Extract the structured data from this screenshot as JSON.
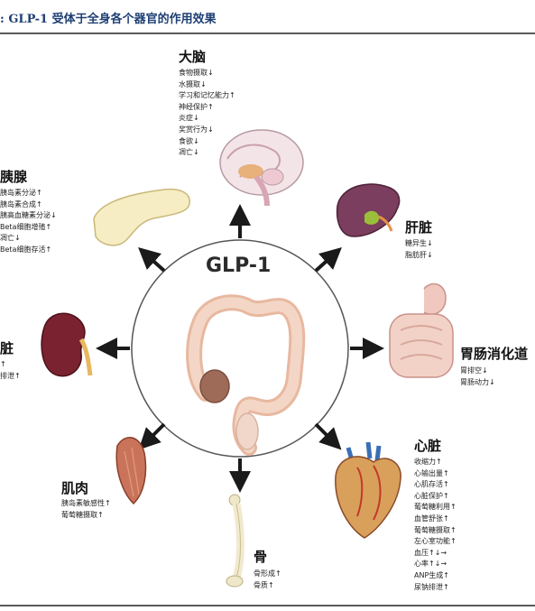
{
  "title": ":  GLP-1 受体于全身各个器官的作用效果",
  "center": {
    "label": "GLP-1"
  },
  "organs": {
    "brain": {
      "name": "大脑",
      "effects": [
        "食物摄取↓",
        "水摄取↓",
        "学习和记忆能力↑",
        "神经保护↑",
        "炎症↓",
        "奖赏行为↓",
        "食欲↓",
        "凋亡↓"
      ]
    },
    "pancreas": {
      "name": "胰腺",
      "effects": [
        "胰岛素分泌↑",
        "胰岛素合成↑",
        "胰高血糖素分泌↓",
        "Beta细胞增殖↑",
        "凋亡↓",
        "Beta细胞存活↑"
      ]
    },
    "liver": {
      "name": "肝脏",
      "effects": [
        "糖异生↓",
        "脂肪肝↓"
      ]
    },
    "gut": {
      "name": "胃肠消化道",
      "effects": [
        "胃排空↓",
        "胃肠动力↓"
      ]
    },
    "kidney": {
      "name": "脏",
      "effects": [
        "↑",
        "排泄↑"
      ]
    },
    "muscle": {
      "name": "肌肉",
      "effects": [
        "胰岛素敏感性↑",
        "葡萄糖摄取↑"
      ]
    },
    "bone": {
      "name": "骨",
      "effects": [
        "骨形成↑",
        "骨质↑"
      ]
    },
    "heart": {
      "name": "心脏",
      "effects": [
        "收缩力↑",
        "心输出量↑",
        "心肌存活↑",
        "心脏保护↑",
        "葡萄糖利用↑",
        "血管舒张↑",
        "葡萄糖摄取↑",
        "左心室功能↑",
        "血压↑↓→",
        "心率↑↓→",
        "ANP生成↑",
        "尿钠排泄↑"
      ]
    }
  },
  "colors": {
    "title": "#1f3f73",
    "arrow": "#1a1a1a",
    "circle": "#555555"
  }
}
